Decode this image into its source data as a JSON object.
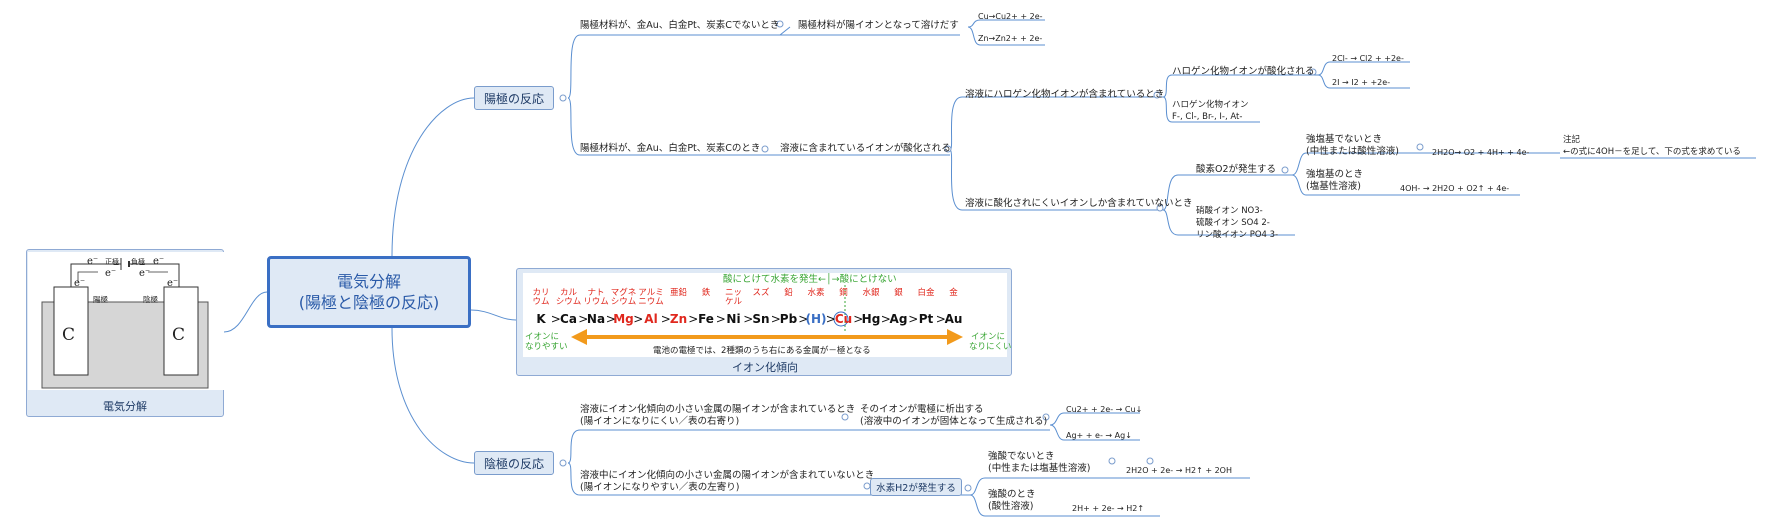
{
  "root": {
    "title": "電気分解",
    "subtitle": "(陽極と陰極の反応)"
  },
  "cell": {
    "caption": "電気分解",
    "positive": "正極",
    "negative": "負極",
    "anode": "陽極",
    "cathode": "陰極",
    "electrode_left": "C",
    "electrode_right": "C",
    "electron": "e⁻"
  },
  "anode": {
    "label": "陽極の反応",
    "branch1": {
      "label": "陽極材料が、金Au、白金Pt、炭素Cでないとき",
      "child": "陽極材料が陽イオンとなって溶けだす",
      "eq1": "Cu→Cu2+ + 2e-",
      "eq2": "Zn→Zn2+ + 2e-"
    },
    "branch2": {
      "label": "陽極材料が、金Au、白金Pt、炭素Cのとき",
      "child": "溶液に含まれているイオンが酸化される",
      "halogen": {
        "label": "溶液にハロゲン化物イオンが含まれているとき",
        "child": "ハロゲン化物イオンが酸化される",
        "eq1": "2Cl- → Cl2 + +2e-",
        "eq2": "2I → I2 + +2e-",
        "note1": "ハロゲン化物イオン",
        "note2": "F-, Cl-, Br-, I-, At-"
      },
      "other": {
        "label": "溶液に酸化されにくいイオンしか含まれていないとき",
        "child": "酸素O2が発生する",
        "neutral1": "強塩基でないとき",
        "neutral2": "(中性または酸性溶液)",
        "eq_neutral": "2H2O→ O2 + 4H+ + 4e-",
        "note_title": "注記",
        "note_body": "←の式に4OH－を足して、下の式を求めている",
        "basic1": "強塩基のとき",
        "basic2": "(塩基性溶液)",
        "eq_basic": "4OH- → 2H2O + O2↑ + 4e-",
        "ions1": "硝酸イオン NO3-",
        "ions2": "硫酸イオン SO4 2-",
        "ions3": "リン酸イオン PO4 3-"
      }
    }
  },
  "series": {
    "caption": "イオン化傾向",
    "top_label": "酸にとけて水素を発生←│→酸にとけない",
    "bottom_label": "電池の電極では、2種類のうち右にある金属が－極となる",
    "left_label1": "イオンに",
    "left_label2": "なりやすい",
    "right_label1": "イオンに",
    "right_label2": "なりにくい",
    "elements": [
      {
        "name": "カリ\nウム",
        "sym": "K",
        "red": false
      },
      {
        "name": "カル\nシウム",
        "sym": "Ca",
        "red": false
      },
      {
        "name": "ナト\nリウム",
        "sym": "Na",
        "red": false
      },
      {
        "name": "マグネ\nシウム",
        "sym": "Mg",
        "red": true
      },
      {
        "name": "アルミ\nニウム",
        "sym": "Al",
        "red": true
      },
      {
        "name": "亜鉛",
        "sym": "Zn",
        "red": true
      },
      {
        "name": "鉄",
        "sym": "Fe",
        "red": false
      },
      {
        "name": "ニッ\nケル",
        "sym": "Ni",
        "red": false
      },
      {
        "name": "スズ",
        "sym": "Sn",
        "red": false
      },
      {
        "name": "鉛",
        "sym": "Pb",
        "red": false
      },
      {
        "name": "水素",
        "sym": "(H)",
        "red": false
      },
      {
        "name": "銅",
        "sym": "Cu",
        "red": true
      },
      {
        "name": "水銀",
        "sym": "Hg",
        "red": false
      },
      {
        "name": "銀",
        "sym": "Ag",
        "red": false
      },
      {
        "name": "白金",
        "sym": "Pt",
        "red": false
      },
      {
        "name": "金",
        "sym": "Au",
        "red": false
      }
    ]
  },
  "cathode": {
    "label": "陰極の反応",
    "branch1": {
      "label1": "溶液にイオン化傾向の小さい金属の陽イオンが含まれているとき",
      "label2": "(陽イオンになりにくい／表の右寄り)",
      "child1": "そのイオンが電極に析出する",
      "child2": "(溶液中のイオンが固体となって生成される)",
      "eq1": "Cu2+ + 2e- → Cu↓",
      "eq2": "Ag+ + e- → Ag↓"
    },
    "branch2": {
      "label1": "溶液中にイオン化傾向の小さい金属の陽イオンが含まれていないとき",
      "label2": "(陽イオンになりやすい／表の左寄り)",
      "child": "水素H2が発生する",
      "neutral1": "強酸でないとき",
      "neutral2": "(中性または塩基性溶液)",
      "eq_neutral": "2H2O + 2e- → H2↑ + 2OH",
      "acid1": "強酸のとき",
      "acid2": "(酸性溶液)",
      "eq_acid": "2H+ + 2e- → H2↑"
    }
  },
  "colors": {
    "line": "#5b8fd0",
    "node_fill": "#dfe9f5",
    "root_border": "#3a6fc4",
    "red": "#e0281e",
    "green": "#3aa635",
    "orange": "#f29a1c"
  }
}
